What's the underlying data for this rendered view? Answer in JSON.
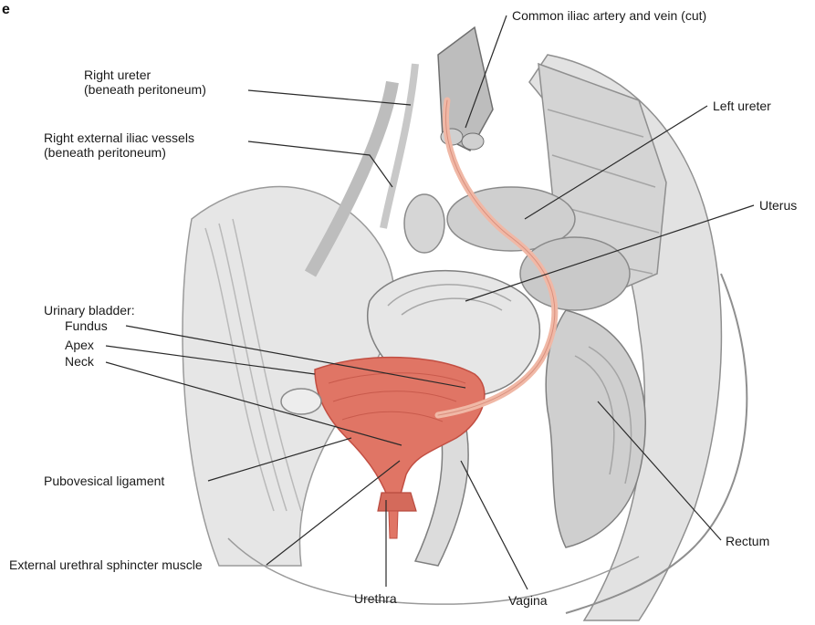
{
  "figure_letter": "e",
  "colors": {
    "bladder": "#e07565",
    "bladder_dark": "#c24e42",
    "ureter": "#f0b8a6",
    "tissue": "#d9d9d9",
    "tissue_dark": "#9a9a9a",
    "line": "#2a2a2a"
  },
  "labels": {
    "common_iliac": "Common iliac artery and vein (cut)",
    "right_ureter_1": "Right ureter",
    "right_ureter_2": "(beneath peritoneum)",
    "right_ext_iliac_1": "Right external iliac vessels",
    "right_ext_iliac_2": "(beneath peritoneum)",
    "left_ureter": "Left ureter",
    "uterus": "Uterus",
    "urinary_bladder": "Urinary bladder:",
    "fundus": "Fundus",
    "apex": "Apex",
    "neck": "Neck",
    "pubovesical": "Pubovesical ligament",
    "external_sphincter": "External urethral sphincter muscle",
    "urethra": "Urethra",
    "vagina": "Vagina",
    "rectum": "Rectum"
  }
}
